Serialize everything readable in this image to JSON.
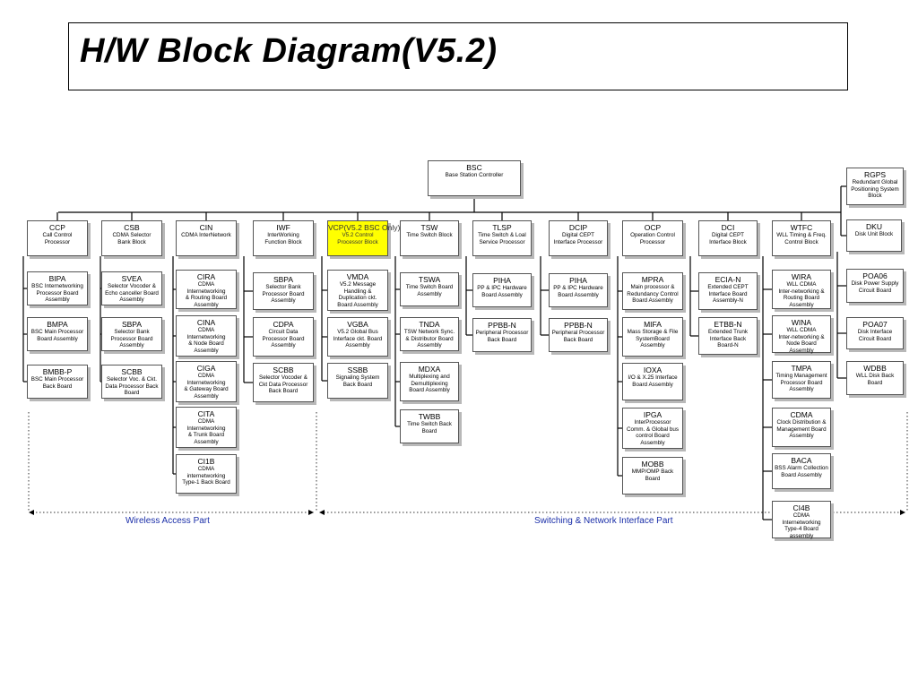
{
  "title": "H/W Block Diagram(V5.2)",
  "colors": {
    "highlight": "#ffff00",
    "part_label": "#1a2ea8"
  },
  "top": {
    "name": "BSC",
    "desc": "Base Station Controller"
  },
  "side_blocks": [
    {
      "name": "RGPS",
      "desc": "Redundant Global\nPositioning System\nBlock"
    },
    {
      "name": "DKU",
      "desc": "Disk Unit Block"
    }
  ],
  "columns": [
    {
      "name": "CCP",
      "desc": "Call Control\nProcessor",
      "children": [
        {
          "name": "BIPA",
          "desc": "BSC Internetworking\nProcessor Board\nAssembly"
        },
        {
          "name": "BMPA",
          "desc": "BSC Main Processor\nBoard Assembly"
        },
        {
          "name": "BMBB-P",
          "desc": "BSC Main Processor\nBack Board"
        }
      ]
    },
    {
      "name": "CSB",
      "desc": "CDMA Selector\nBank Block",
      "children": [
        {
          "name": "SVEA",
          "desc": "Selector Vocoder &\nEcho canceller Board\nAssembly"
        },
        {
          "name": "SBPA",
          "desc": "Selector Bank\nProcessor Board\nAssembly"
        },
        {
          "name": "SCBB",
          "desc": "Selector  Voc. & Ckt.\nData Processor Back\nBoard"
        }
      ]
    },
    {
      "name": "CIN",
      "desc": "CDMA InterNetwork",
      "children": [
        {
          "name": "CIRA",
          "desc": "CDMA\nInternetworking\n& Routing Board\nAssembly"
        },
        {
          "name": "CINA",
          "desc": "CDMA\nInternetworking\n& Node Board\nAssembly"
        },
        {
          "name": "CIGA",
          "desc": "CDMA\nInternetworking\n& Gateway Board\nAssembly"
        },
        {
          "name": "CITA",
          "desc": "CDMA\nInternetworking\n& Trunk Board\nAssembly"
        },
        {
          "name": "CI1B",
          "desc": "CDMA\ninternetworking\nType-1 Back Board"
        }
      ]
    },
    {
      "name": "IWF",
      "desc": "InterWorking\nFunction Block",
      "children": [
        {
          "name": "SBPA",
          "desc": "Selector Bank\nProcessor Board\nAssembly"
        },
        {
          "name": "CDPA",
          "desc": "Circuit Data\nProcessor  Board\nAssembly"
        },
        {
          "name": "SCBB",
          "desc": "Selector Vocoder &\nCkt Data Processor\nBack    Board"
        }
      ]
    },
    {
      "name": "VCP(V5.2 BSC Only)",
      "desc": "V5.2 Control\nProcessor Block",
      "highlight": true,
      "children": [
        {
          "name": "VMDA",
          "desc": "V5.2 Message\nHandling &\nDuplication ckt.\nBoard Assembly"
        },
        {
          "name": "VGBA",
          "desc": "V5.2 Global Bus\nInterface ckt.  Board\nAssembly"
        },
        {
          "name": "SSBB",
          "desc": "Signaling System\nBack Board"
        }
      ]
    },
    {
      "name": "TSW",
      "desc": "Time Switch Block",
      "children": [
        {
          "name": "TSWA",
          "desc": "Time Switch Board\nAssembly"
        },
        {
          "name": "TNDA",
          "desc": "TSW Network Sync.\n& Distributor Board\nAssembly"
        },
        {
          "name": "MDXA",
          "desc": "Multiplexing and\nDemultiplexing\nBoard Assembly"
        },
        {
          "name": "TWBB",
          "desc": "Time Switch Back\nBoard"
        }
      ]
    },
    {
      "name": "TLSP",
      "desc": "Time Switch & Loal\nService Processor",
      "children": [
        {
          "name": "PIHA",
          "desc": "PP & IPC Hardware\nBoard Assembly"
        },
        {
          "name": "PPBB-N",
          "desc": "Peripheral Processor\nBack Board"
        }
      ]
    },
    {
      "name": "DCIP",
      "desc": "Digital CEPT\nInterface Processor",
      "children": [
        {
          "name": "PIHA",
          "desc": "PP & IPC Hardware\nBoard Assembly"
        },
        {
          "name": "PPBB-N",
          "desc": "Peripheral Processor\nBack Board"
        }
      ]
    },
    {
      "name": "OCP",
      "desc": "Operation Control\nProcessor",
      "children": [
        {
          "name": "MPRA",
          "desc": "Main processor &\nRedundancy Control\nBoard Assembly"
        },
        {
          "name": "MIFA",
          "desc": "Mass Storage & File\nSystemBoard\nAssembly"
        },
        {
          "name": "IOXA",
          "desc": "I/O & X.25 Interface\nBoard Assembly"
        },
        {
          "name": "IPGA",
          "desc": "InterProcessor\nComm.  & Global bus\ncontrol Board\nAssembly"
        },
        {
          "name": "MOBB",
          "desc": "MMP/OMP Back\nBoard"
        }
      ]
    },
    {
      "name": "DCI",
      "desc": "Digital CEPT\nInterface Block",
      "children": [
        {
          "name": "ECIA-N",
          "desc": "Extended CEPT\nInterface Board\nAssembly-N"
        },
        {
          "name": "ETBB-N",
          "desc": "Extended Trunk\nInterface Back\nBoard-N"
        }
      ]
    },
    {
      "name": "WTFC",
      "desc": "WLL Timing & Freq.\nControl Block",
      "children": [
        {
          "name": "WIRA",
          "desc": "WLL CDMA\nInter-networking &\nRouting Board\nAssembly"
        },
        {
          "name": "WINA",
          "desc": "WLL CDMA\nInter-networking &\nNode Board\nAssembly"
        },
        {
          "name": "TMPA",
          "desc": "Timing Management\nProcessor Board\nAssembly"
        },
        {
          "name": "CDMA",
          "desc": "Clock Distribution &\nManagement Board\nAssembly"
        },
        {
          "name": "BACA",
          "desc": "BSS Alarm Collection\nBoard Assembly"
        },
        {
          "name": "CI4B",
          "desc": "CDMA\nInternetworking\nType-4 Board\nassembly"
        }
      ]
    },
    {
      "name": "",
      "desc": "",
      "children": [
        {
          "name": "POA06",
          "desc": "Disk Power Supply\nCircuit Board"
        },
        {
          "name": "POA07",
          "desc": "Disk Interface\nCircuit Board"
        },
        {
          "name": "WDBB",
          "desc": "WLL Disk Back\nBoard"
        }
      ]
    }
  ],
  "parts": {
    "wireless": "Wireless Access Part",
    "switching": "Switching & Network Interface Part"
  }
}
